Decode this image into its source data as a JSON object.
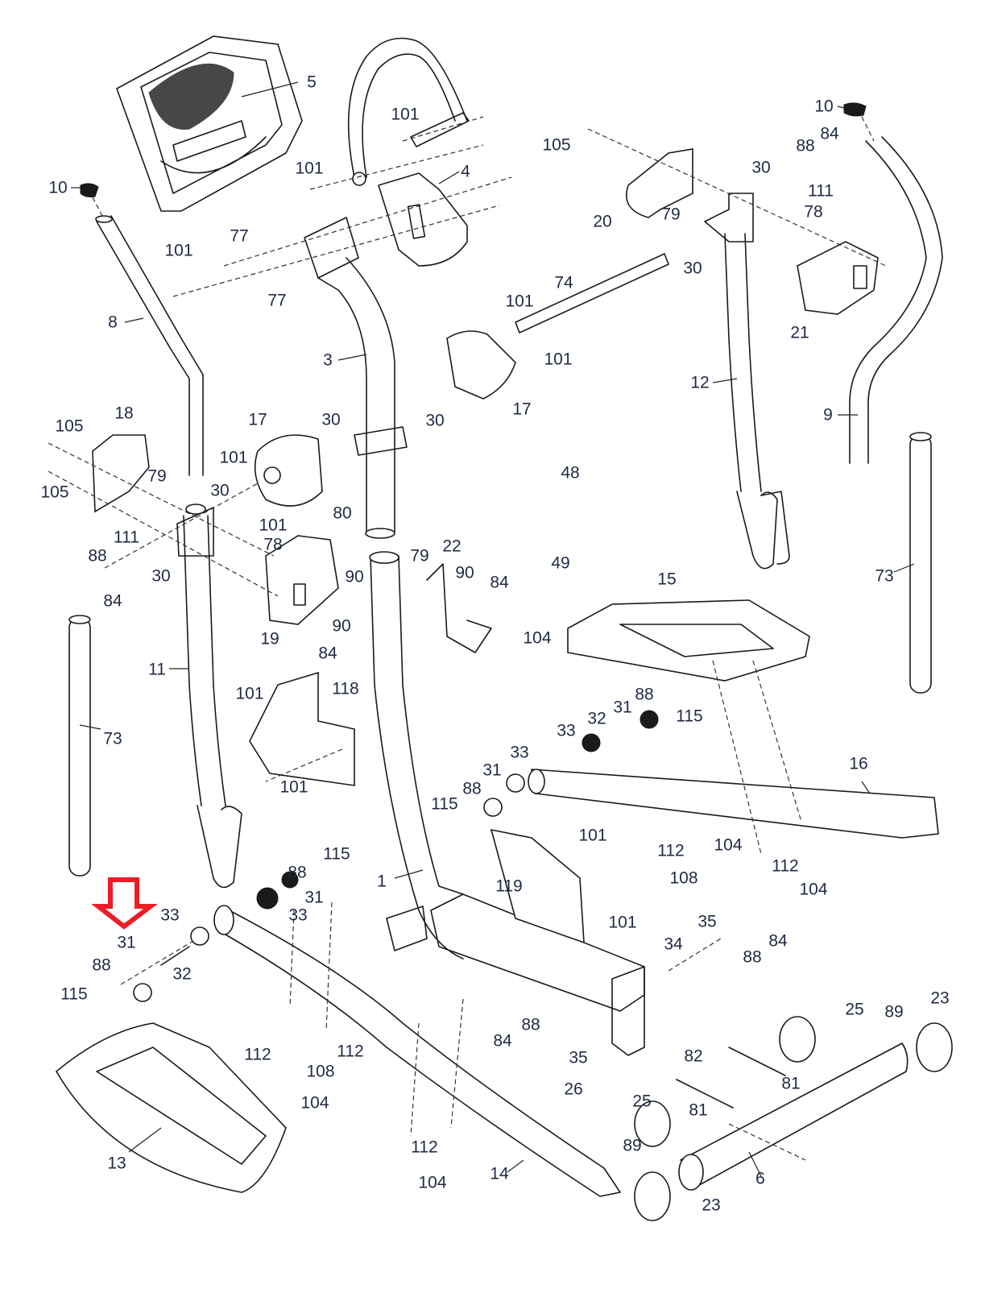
{
  "diagram": {
    "title": "Elliptical trainer exploded parts diagram",
    "highlight": {
      "part_number": "31",
      "indicator": "arrow-down-outline",
      "color": "#ee1c25"
    },
    "callouts": [
      {
        "id": "c5",
        "text": "5"
      },
      {
        "id": "c101a",
        "text": "101"
      },
      {
        "id": "c101b",
        "text": "101"
      },
      {
        "id": "c4",
        "text": "4"
      },
      {
        "id": "c10a",
        "text": "10"
      },
      {
        "id": "c77a",
        "text": "77"
      },
      {
        "id": "c77b",
        "text": "77"
      },
      {
        "id": "c101c",
        "text": "101"
      },
      {
        "id": "c8",
        "text": "8"
      },
      {
        "id": "c3",
        "text": "3"
      },
      {
        "id": "c105a",
        "text": "105"
      },
      {
        "id": "c20",
        "text": "20"
      },
      {
        "id": "c79a",
        "text": "79"
      },
      {
        "id": "c30a",
        "text": "30"
      },
      {
        "id": "c88a",
        "text": "88"
      },
      {
        "id": "c84a",
        "text": "84"
      },
      {
        "id": "c10b",
        "text": "10"
      },
      {
        "id": "c111a",
        "text": "111"
      },
      {
        "id": "c78a",
        "text": "78"
      },
      {
        "id": "c30b",
        "text": "30"
      },
      {
        "id": "c21",
        "text": "21"
      },
      {
        "id": "c74",
        "text": "74"
      },
      {
        "id": "c101d",
        "text": "101"
      },
      {
        "id": "c101e",
        "text": "101"
      },
      {
        "id": "c17a",
        "text": "17"
      },
      {
        "id": "c30c",
        "text": "30"
      },
      {
        "id": "c12",
        "text": "12"
      },
      {
        "id": "c9",
        "text": "9"
      },
      {
        "id": "c18",
        "text": "18"
      },
      {
        "id": "c105b",
        "text": "105"
      },
      {
        "id": "c105c",
        "text": "105"
      },
      {
        "id": "c79b",
        "text": "79"
      },
      {
        "id": "c17b",
        "text": "17"
      },
      {
        "id": "c30d",
        "text": "30"
      },
      {
        "id": "c101f",
        "text": "101"
      },
      {
        "id": "c30e",
        "text": "30"
      },
      {
        "id": "c101g",
        "text": "101"
      },
      {
        "id": "c78b",
        "text": "78"
      },
      {
        "id": "c80",
        "text": "80"
      },
      {
        "id": "c48",
        "text": "48"
      },
      {
        "id": "c49",
        "text": "49"
      },
      {
        "id": "c111b",
        "text": "111"
      },
      {
        "id": "c88b",
        "text": "88"
      },
      {
        "id": "c30f",
        "text": "30"
      },
      {
        "id": "c84b",
        "text": "84"
      },
      {
        "id": "c19",
        "text": "19"
      },
      {
        "id": "c90a",
        "text": "90"
      },
      {
        "id": "c79c",
        "text": "79"
      },
      {
        "id": "c22",
        "text": "22"
      },
      {
        "id": "c90b",
        "text": "90"
      },
      {
        "id": "c84c",
        "text": "84"
      },
      {
        "id": "c73a",
        "text": "73"
      },
      {
        "id": "c15",
        "text": "15"
      },
      {
        "id": "c90c",
        "text": "90"
      },
      {
        "id": "c84d",
        "text": "84"
      },
      {
        "id": "c104a",
        "text": "104"
      },
      {
        "id": "c11",
        "text": "11"
      },
      {
        "id": "c101h",
        "text": "101"
      },
      {
        "id": "c118",
        "text": "118"
      },
      {
        "id": "c73b",
        "text": "73"
      },
      {
        "id": "c88c",
        "text": "88"
      },
      {
        "id": "c31a",
        "text": "31"
      },
      {
        "id": "c115a",
        "text": "115"
      },
      {
        "id": "c33a",
        "text": "33"
      },
      {
        "id": "c32a",
        "text": "32"
      },
      {
        "id": "c33b",
        "text": "33"
      },
      {
        "id": "c31b",
        "text": "31"
      },
      {
        "id": "c88d",
        "text": "88"
      },
      {
        "id": "c16",
        "text": "16"
      },
      {
        "id": "c101i",
        "text": "101"
      },
      {
        "id": "c115b",
        "text": "115"
      },
      {
        "id": "c101j",
        "text": "101"
      },
      {
        "id": "c112a",
        "text": "112"
      },
      {
        "id": "c104b",
        "text": "104"
      },
      {
        "id": "c108a",
        "text": "108"
      },
      {
        "id": "c112b",
        "text": "112"
      },
      {
        "id": "c104c",
        "text": "104"
      },
      {
        "id": "c115c",
        "text": "115"
      },
      {
        "id": "c88e",
        "text": "88"
      },
      {
        "id": "c1",
        "text": "1"
      },
      {
        "id": "c119",
        "text": "119"
      },
      {
        "id": "c31c",
        "text": "31"
      },
      {
        "id": "c33c",
        "text": "33"
      },
      {
        "id": "c101k",
        "text": "101"
      },
      {
        "id": "c35a",
        "text": "35"
      },
      {
        "id": "c84e",
        "text": "84"
      },
      {
        "id": "c88f",
        "text": "88"
      },
      {
        "id": "c33d",
        "text": "33"
      },
      {
        "id": "c31d",
        "text": "31"
      },
      {
        "id": "c88g",
        "text": "88"
      },
      {
        "id": "c32b",
        "text": "32"
      },
      {
        "id": "c115d",
        "text": "115"
      },
      {
        "id": "c34",
        "text": "34"
      },
      {
        "id": "c25a",
        "text": "25"
      },
      {
        "id": "c89a",
        "text": "89"
      },
      {
        "id": "c23a",
        "text": "23"
      },
      {
        "id": "c84f",
        "text": "84"
      },
      {
        "id": "c88h",
        "text": "88"
      },
      {
        "id": "c35b",
        "text": "35"
      },
      {
        "id": "c26",
        "text": "26"
      },
      {
        "id": "c112c",
        "text": "112"
      },
      {
        "id": "c112d",
        "text": "112"
      },
      {
        "id": "c108b",
        "text": "108"
      },
      {
        "id": "c104d",
        "text": "104"
      },
      {
        "id": "c82",
        "text": "82"
      },
      {
        "id": "c81a",
        "text": "81"
      },
      {
        "id": "c25b",
        "text": "25"
      },
      {
        "id": "c81b",
        "text": "81"
      },
      {
        "id": "c89b",
        "text": "89"
      },
      {
        "id": "c13",
        "text": "13"
      },
      {
        "id": "c112e",
        "text": "112"
      },
      {
        "id": "c104e",
        "text": "104"
      },
      {
        "id": "c14",
        "text": "14"
      },
      {
        "id": "c6",
        "text": "6"
      },
      {
        "id": "c23b",
        "text": "23"
      }
    ]
  }
}
